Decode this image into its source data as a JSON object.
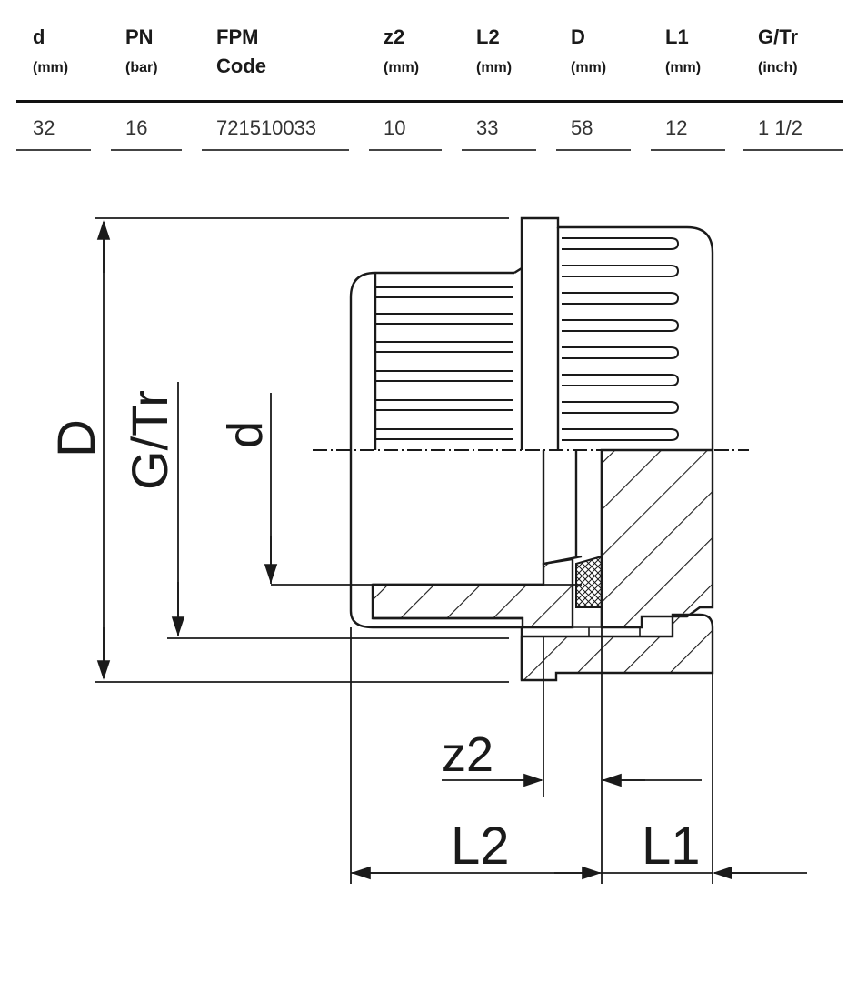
{
  "table": {
    "columns": [
      {
        "header": "d",
        "unit": "(mm)",
        "value": "32"
      },
      {
        "header": "PN",
        "unit": "(bar)",
        "value": "16"
      },
      {
        "header": "FPM",
        "header2": "Code",
        "value": "721510033"
      },
      {
        "header": "z2",
        "unit": "(mm)",
        "value": "10"
      },
      {
        "header": "L2",
        "unit": "(mm)",
        "value": "33"
      },
      {
        "header": "D",
        "unit": "(mm)",
        "value": "58"
      },
      {
        "header": "L1",
        "unit": "(mm)",
        "value": "12"
      },
      {
        "header": "G/Tr",
        "unit": "(inch)",
        "value": "1 1/2"
      }
    ]
  },
  "drawing": {
    "labels": {
      "D": "D",
      "GTr": "G/Tr",
      "d": "d",
      "z2": "z2",
      "L2": "L2",
      "L1": "L1"
    },
    "line_color": "#1a1a1a"
  }
}
